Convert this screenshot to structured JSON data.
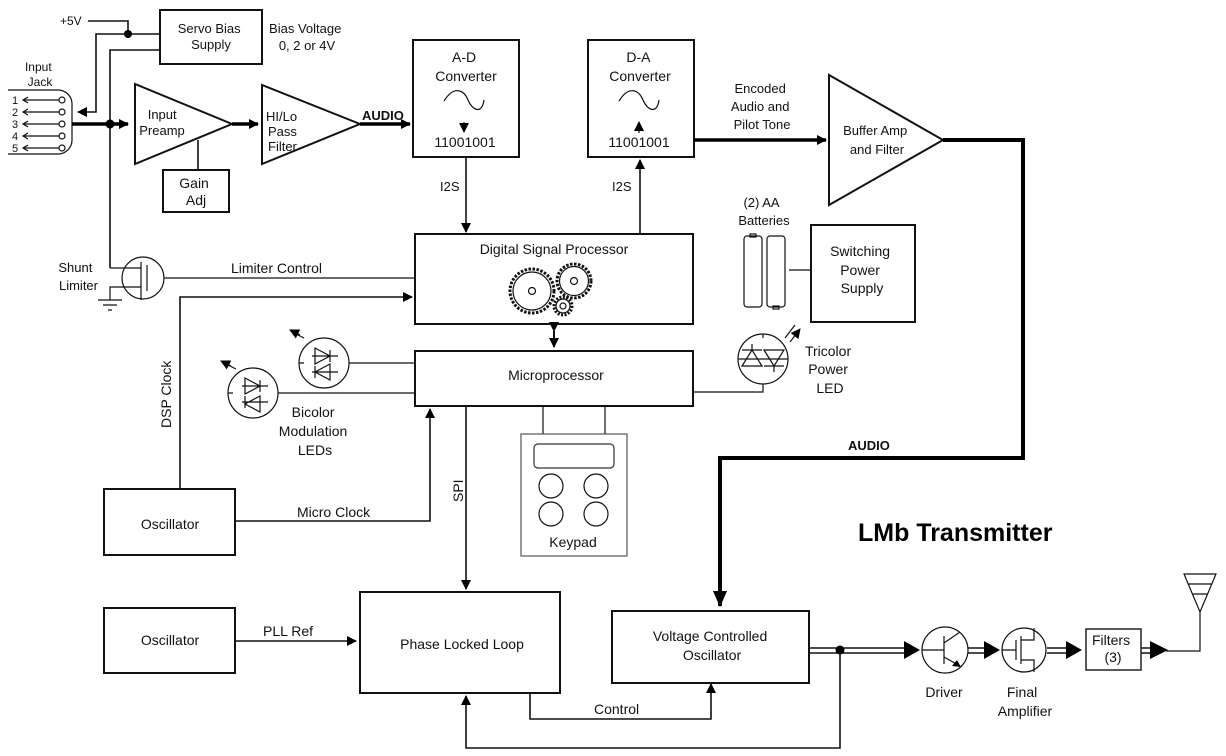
{
  "title": "LMb Transmitter",
  "colors": {
    "stroke": "#000000",
    "background": "#ffffff"
  },
  "blocks": {
    "servo_bias": [
      "Servo Bias",
      "Supply"
    ],
    "input_preamp": [
      "Input",
      "Preamp"
    ],
    "gain_adj": [
      "Gain",
      "Adj"
    ],
    "hilo_filter": [
      "HI/Lo",
      "Pass",
      "Filter"
    ],
    "ad_converter": {
      "label": [
        "A-D",
        "Converter"
      ],
      "bits": "11001001"
    },
    "da_converter": {
      "label": [
        "D-A",
        "Converter"
      ],
      "bits": "11001001"
    },
    "buffer_amp": [
      "Buffer Amp",
      "and Filter"
    ],
    "dsp": "Digital Signal Processor",
    "switching_ps": [
      "Switching",
      "Power",
      "Supply"
    ],
    "microprocessor": "Microprocessor",
    "keypad": "Keypad",
    "oscillator_micro": "Oscillator",
    "oscillator_pll": "Oscillator",
    "pll": "Phase Locked Loop",
    "vco": [
      "Voltage Controlled",
      "Oscillator"
    ],
    "filters": [
      "Filters",
      "(3)"
    ]
  },
  "labels": {
    "plus5v": "+5V",
    "bias_voltage": [
      "Bias Voltage",
      "0, 2 or 4V"
    ],
    "input_jack": [
      "Input",
      "Jack"
    ],
    "jack_pins": [
      "1",
      "2",
      "3",
      "4",
      "5"
    ],
    "audio_top": "AUDIO",
    "audio_right": "AUDIO",
    "i2s_ad": "I2S",
    "i2s_da": "I2S",
    "encoded_audio": [
      "Encoded",
      "Audio and",
      "Pilot Tone"
    ],
    "aa_batteries": [
      "(2) AA",
      "Batteries"
    ],
    "shunt_limiter": [
      "Shunt",
      "Limiter"
    ],
    "limiter_control": "Limiter Control",
    "dsp_clock": "DSP Clock",
    "bicolor_leds": [
      "Bicolor",
      "Modulation",
      "LEDs"
    ],
    "tricolor_led": [
      "Tricolor",
      "Power",
      "LED"
    ],
    "micro_clock": "Micro Clock",
    "spi": "SPI",
    "pll_ref": "PLL Ref",
    "control": "Control",
    "driver": "Driver",
    "final_amp": [
      "Final",
      "Amplifier"
    ]
  }
}
